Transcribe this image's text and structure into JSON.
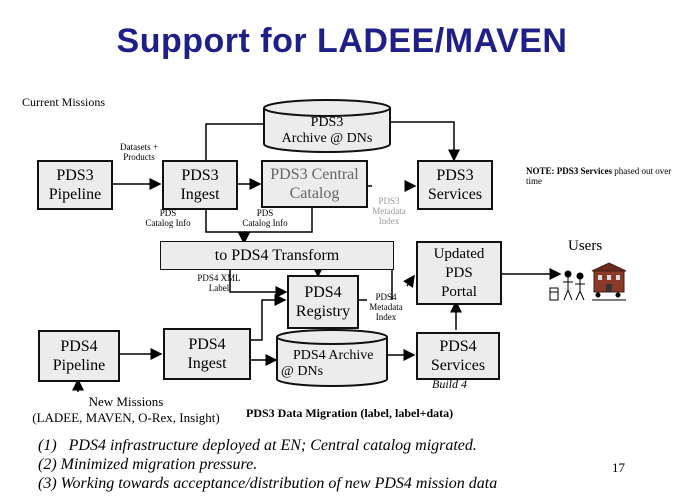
{
  "title": "Support for LADEE/MAVEN",
  "current_missions": "Current Missions",
  "pds3_archive": {
    "line1": "PDS3",
    "line2": "Archive @ DNs"
  },
  "datasets_products": {
    "line1": "Datasets +",
    "line2": "Products"
  },
  "pds3_pipeline": {
    "line1": "PDS3",
    "line2": "Pipeline"
  },
  "pds3_ingest": {
    "line1": "PDS3",
    "line2": "Ingest"
  },
  "pds3_central_catalog": {
    "line1": "PDS3 Central",
    "line2": "Catalog"
  },
  "pds3_metadata_index": {
    "line1": "PDS3",
    "line2": "Metadata",
    "line3": "Index"
  },
  "pds3_services": {
    "line1": "PDS3",
    "line2": "Services"
  },
  "note": "NOTE: PDS3 Services phased out over time",
  "note_bold": "NOTE: PDS3 Services",
  "note_rest": " phased out over time",
  "pds_catalog_info_left": {
    "line1": "PDS",
    "line2": "Catalog Info"
  },
  "pds_catalog_info_right": {
    "line1": "PDS",
    "line2": "Catalog Info"
  },
  "to_pds4_transform": "to PDS4 Transform",
  "updated_pds_portal": {
    "line1": "Updated",
    "line2": "PDS",
    "line3": "Portal"
  },
  "users": "Users",
  "pds4_xml_label": {
    "line1": "PDS4 XML",
    "line2": "Label"
  },
  "pds4_registry": {
    "line1": "PDS4",
    "line2": "Registry"
  },
  "pds4_metadata_index": {
    "line1": "PDS4",
    "line2": "Metadata",
    "line3": "Index"
  },
  "pds4_pipeline": {
    "line1": "PDS4",
    "line2": "Pipeline"
  },
  "pds4_ingest": {
    "line1": "PDS4",
    "line2": "Ingest"
  },
  "pds4_archive": {
    "line1": "PDS4 Archive",
    "line2": "@ DNs"
  },
  "pds4_services": {
    "line1": "PDS4",
    "line2": "Services"
  },
  "build4": "Build 4",
  "new_missions": {
    "line1": "New Missions",
    "line2": "(LADEE, MAVEN, O-Rex, Insight)"
  },
  "pds3_data_migration": "PDS3 Data Migration (label, label+data)",
  "notes": [
    "(1)   PDS4 infrastructure deployed at EN; Central catalog migrated.",
    "(2) Minimized migration pressure.",
    "(3) Working towards acceptance/distribution of new PDS4 mission data"
  ],
  "page_number": "17"
}
